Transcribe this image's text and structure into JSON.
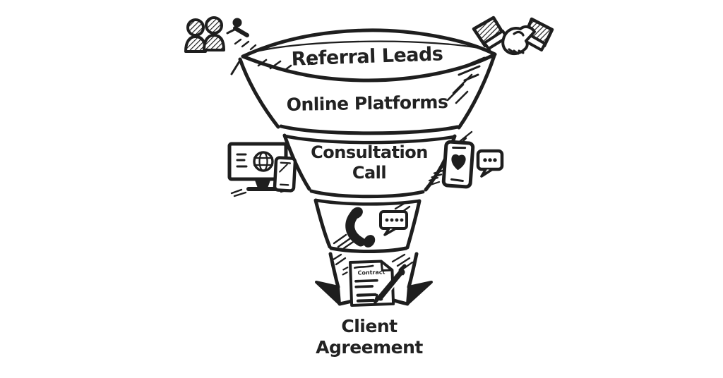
{
  "diagram": {
    "type": "funnel",
    "tiers": [
      {
        "label": "Referral Leads"
      },
      {
        "label": "Online Platforms"
      },
      {
        "label": "Consultation Call"
      },
      {
        "label": "",
        "icon": "phone-handset-icon, chat-bubble-icon"
      },
      {
        "label": "",
        "icon": "contract-document-icon, pen-icon",
        "document_text": "Contract"
      }
    ],
    "caption": "Client Agreement"
  },
  "icons": {
    "top_left": "people-group-icon",
    "top_left_secondary": "referrer-person-icon",
    "top_right": "handshake-icon",
    "mid_left": "monitor-globe-icon, smartphone-icon",
    "mid_right": "smartphone-heart-icon, chat-bubble-icon",
    "tier4": "phone-handset-icon, chat-bubble-dots-icon",
    "tier5": "contract-document-icon, pen-icon"
  },
  "colors": {
    "ink": "#1e1e1e",
    "background": "#ffffff"
  }
}
